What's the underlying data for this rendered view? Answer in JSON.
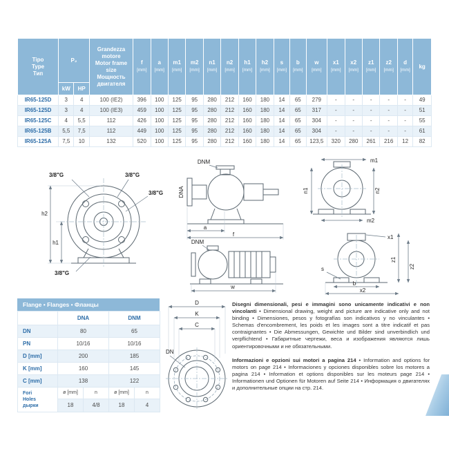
{
  "accent": {
    "header_blue": "#8db8d8",
    "row_alt": "#e9f2f9",
    "type_blue": "#2d6da8"
  },
  "main_table": {
    "header": {
      "tipo": "Tipo\nType\nТип",
      "p2": "P₂",
      "kw": "kW",
      "hp": "HP",
      "frame": "Grandezza\nmotore\nMotor frame\nsize\nМощность\nдвигателя",
      "unit": "[mm]",
      "dims": [
        "f",
        "a",
        "m1",
        "m2",
        "n1",
        "n2",
        "h1",
        "h2",
        "s",
        "b",
        "w",
        "x1",
        "x2",
        "z1",
        "z2",
        "d"
      ],
      "kg": "kg"
    },
    "rows": [
      {
        "tipo": "IR65-125D",
        "kw": "3",
        "hp": "4",
        "frame": "100 (IE2)",
        "vals": [
          "396",
          "100",
          "125",
          "95",
          "280",
          "212",
          "160",
          "180",
          "14",
          "65",
          "279",
          "-",
          "-",
          "-",
          "-",
          "-"
        ],
        "kg": "49"
      },
      {
        "tipo": "IR65-125D",
        "kw": "3",
        "hp": "4",
        "frame": "100 (IE3)",
        "vals": [
          "459",
          "100",
          "125",
          "95",
          "280",
          "212",
          "160",
          "180",
          "14",
          "65",
          "317",
          "-",
          "-",
          "-",
          "-",
          "-"
        ],
        "kg": "51"
      },
      {
        "tipo": "IR65-125C",
        "kw": "4",
        "hp": "5,5",
        "frame": "112",
        "vals": [
          "426",
          "100",
          "125",
          "95",
          "280",
          "212",
          "160",
          "180",
          "14",
          "65",
          "304",
          "-",
          "-",
          "-",
          "-",
          "-"
        ],
        "kg": "55"
      },
      {
        "tipo": "IR65-125B",
        "kw": "5,5",
        "hp": "7,5",
        "frame": "112",
        "vals": [
          "449",
          "100",
          "125",
          "95",
          "280",
          "212",
          "160",
          "180",
          "14",
          "65",
          "304",
          "-",
          "-",
          "-",
          "-",
          "-"
        ],
        "kg": "61"
      },
      {
        "tipo": "IR65-125A",
        "kw": "7,5",
        "hp": "10",
        "frame": "132",
        "vals": [
          "520",
          "100",
          "125",
          "95",
          "280",
          "212",
          "160",
          "180",
          "14",
          "65",
          "123,5",
          "320",
          "280",
          "261",
          "216",
          "12"
        ],
        "kg": "82"
      }
    ]
  },
  "drawings": {
    "front_view": {
      "port_top_left": "3/8\"G",
      "port_top_right": "3/8\"G",
      "port_right": "3/8\"G",
      "port_bottom": "3/8\"G",
      "h1": "h1",
      "h2": "h2"
    },
    "side_top": {
      "dna": "DNA",
      "dnm": "DNM",
      "a": "a",
      "f": "f"
    },
    "end_top": {
      "m1": "m1",
      "m2": "m2",
      "n1": "n1",
      "n2": "n2"
    },
    "side_bottom": {
      "dnm": "DNM",
      "w": "w"
    },
    "end_bottom": {
      "x1": "x1",
      "x2": "x2",
      "z1": "z1",
      "z2": "z2",
      "b": "b",
      "s": "s"
    }
  },
  "flange": {
    "title": "Flange • Flanges • Фланцы",
    "columns": [
      "DNA",
      "DNM"
    ],
    "rows": [
      {
        "label": "DN",
        "dna": "80",
        "dnm": "65"
      },
      {
        "label": "PN",
        "dna": "10/16",
        "dnm": "10/16"
      },
      {
        "label": "D [mm]",
        "dna": "200",
        "dnm": "185"
      },
      {
        "label": "K [mm]",
        "dna": "160",
        "dnm": "145"
      },
      {
        "label": "C [mm]",
        "dna": "138",
        "dnm": "122"
      }
    ],
    "holes": {
      "label": "Fori\nHoles\nдырки",
      "sub": [
        "ø [mm]",
        "n",
        "ø [mm]",
        "n"
      ],
      "values": [
        "18",
        "4/8",
        "18",
        "4"
      ]
    },
    "drawing": {
      "d": "D",
      "k": "K",
      "c": "C",
      "dn": "DN"
    }
  },
  "notes": {
    "note1_bold": "Disegni dimensionali, pesi e immagini sono unicamente indicativi e non vincolanti",
    "note1_rest": " • Dimensional drawing, weight and picture are indicative only and not binding • Dimensiones, pesos y fotografías son indicativos y no vinculantes • Schemas d'encombrement, les poids et les images sont a titre indicatif et pas contraignantes • Die Abmessungen, Gewichte und Bilder sind unverbindlich und verpflichtend • Габаритные чертежи, веса и изображения являются лишь ориентировочными и не обязательными.",
    "note2_bold": "Informazioni e opzioni sui motori a pagina 214",
    "note2_rest": " • Information and options for motors on page 214 • Informaciones y opciones disponibles sobre los motores a pagina 214 • Information et options disponibles sur les moteurs page 214 • Informationen und Optionen für Motoren auf Seite 214 • Информация о двигателях и дополнительные опции на стр. 214."
  }
}
